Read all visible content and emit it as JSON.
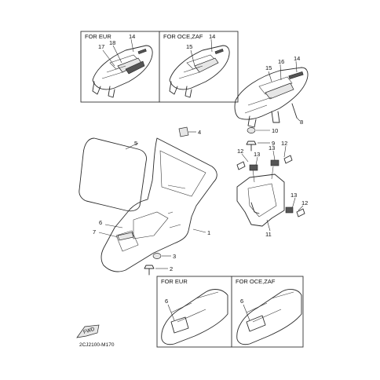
{
  "insets": {
    "top_left_label": "FOR EUR",
    "top_right_label": "FOR OCE,ZAF",
    "bottom_left_label": "FOR EUR",
    "bottom_right_label": "FOR OCE,ZAF"
  },
  "callouts": {
    "c1": "1",
    "c2": "2",
    "c3": "3",
    "c4": "4",
    "c5": "5",
    "c6": "6",
    "c7": "7",
    "c8": "8",
    "c9": "9",
    "c10": "10",
    "c11": "11",
    "c12": "12",
    "c13": "13",
    "c14": "14",
    "c15": "15",
    "c16": "16",
    "c17": "17",
    "c18": "18"
  },
  "fwd_arrow_text": "FWD",
  "diagram_code": "2CJ2100-M170"
}
